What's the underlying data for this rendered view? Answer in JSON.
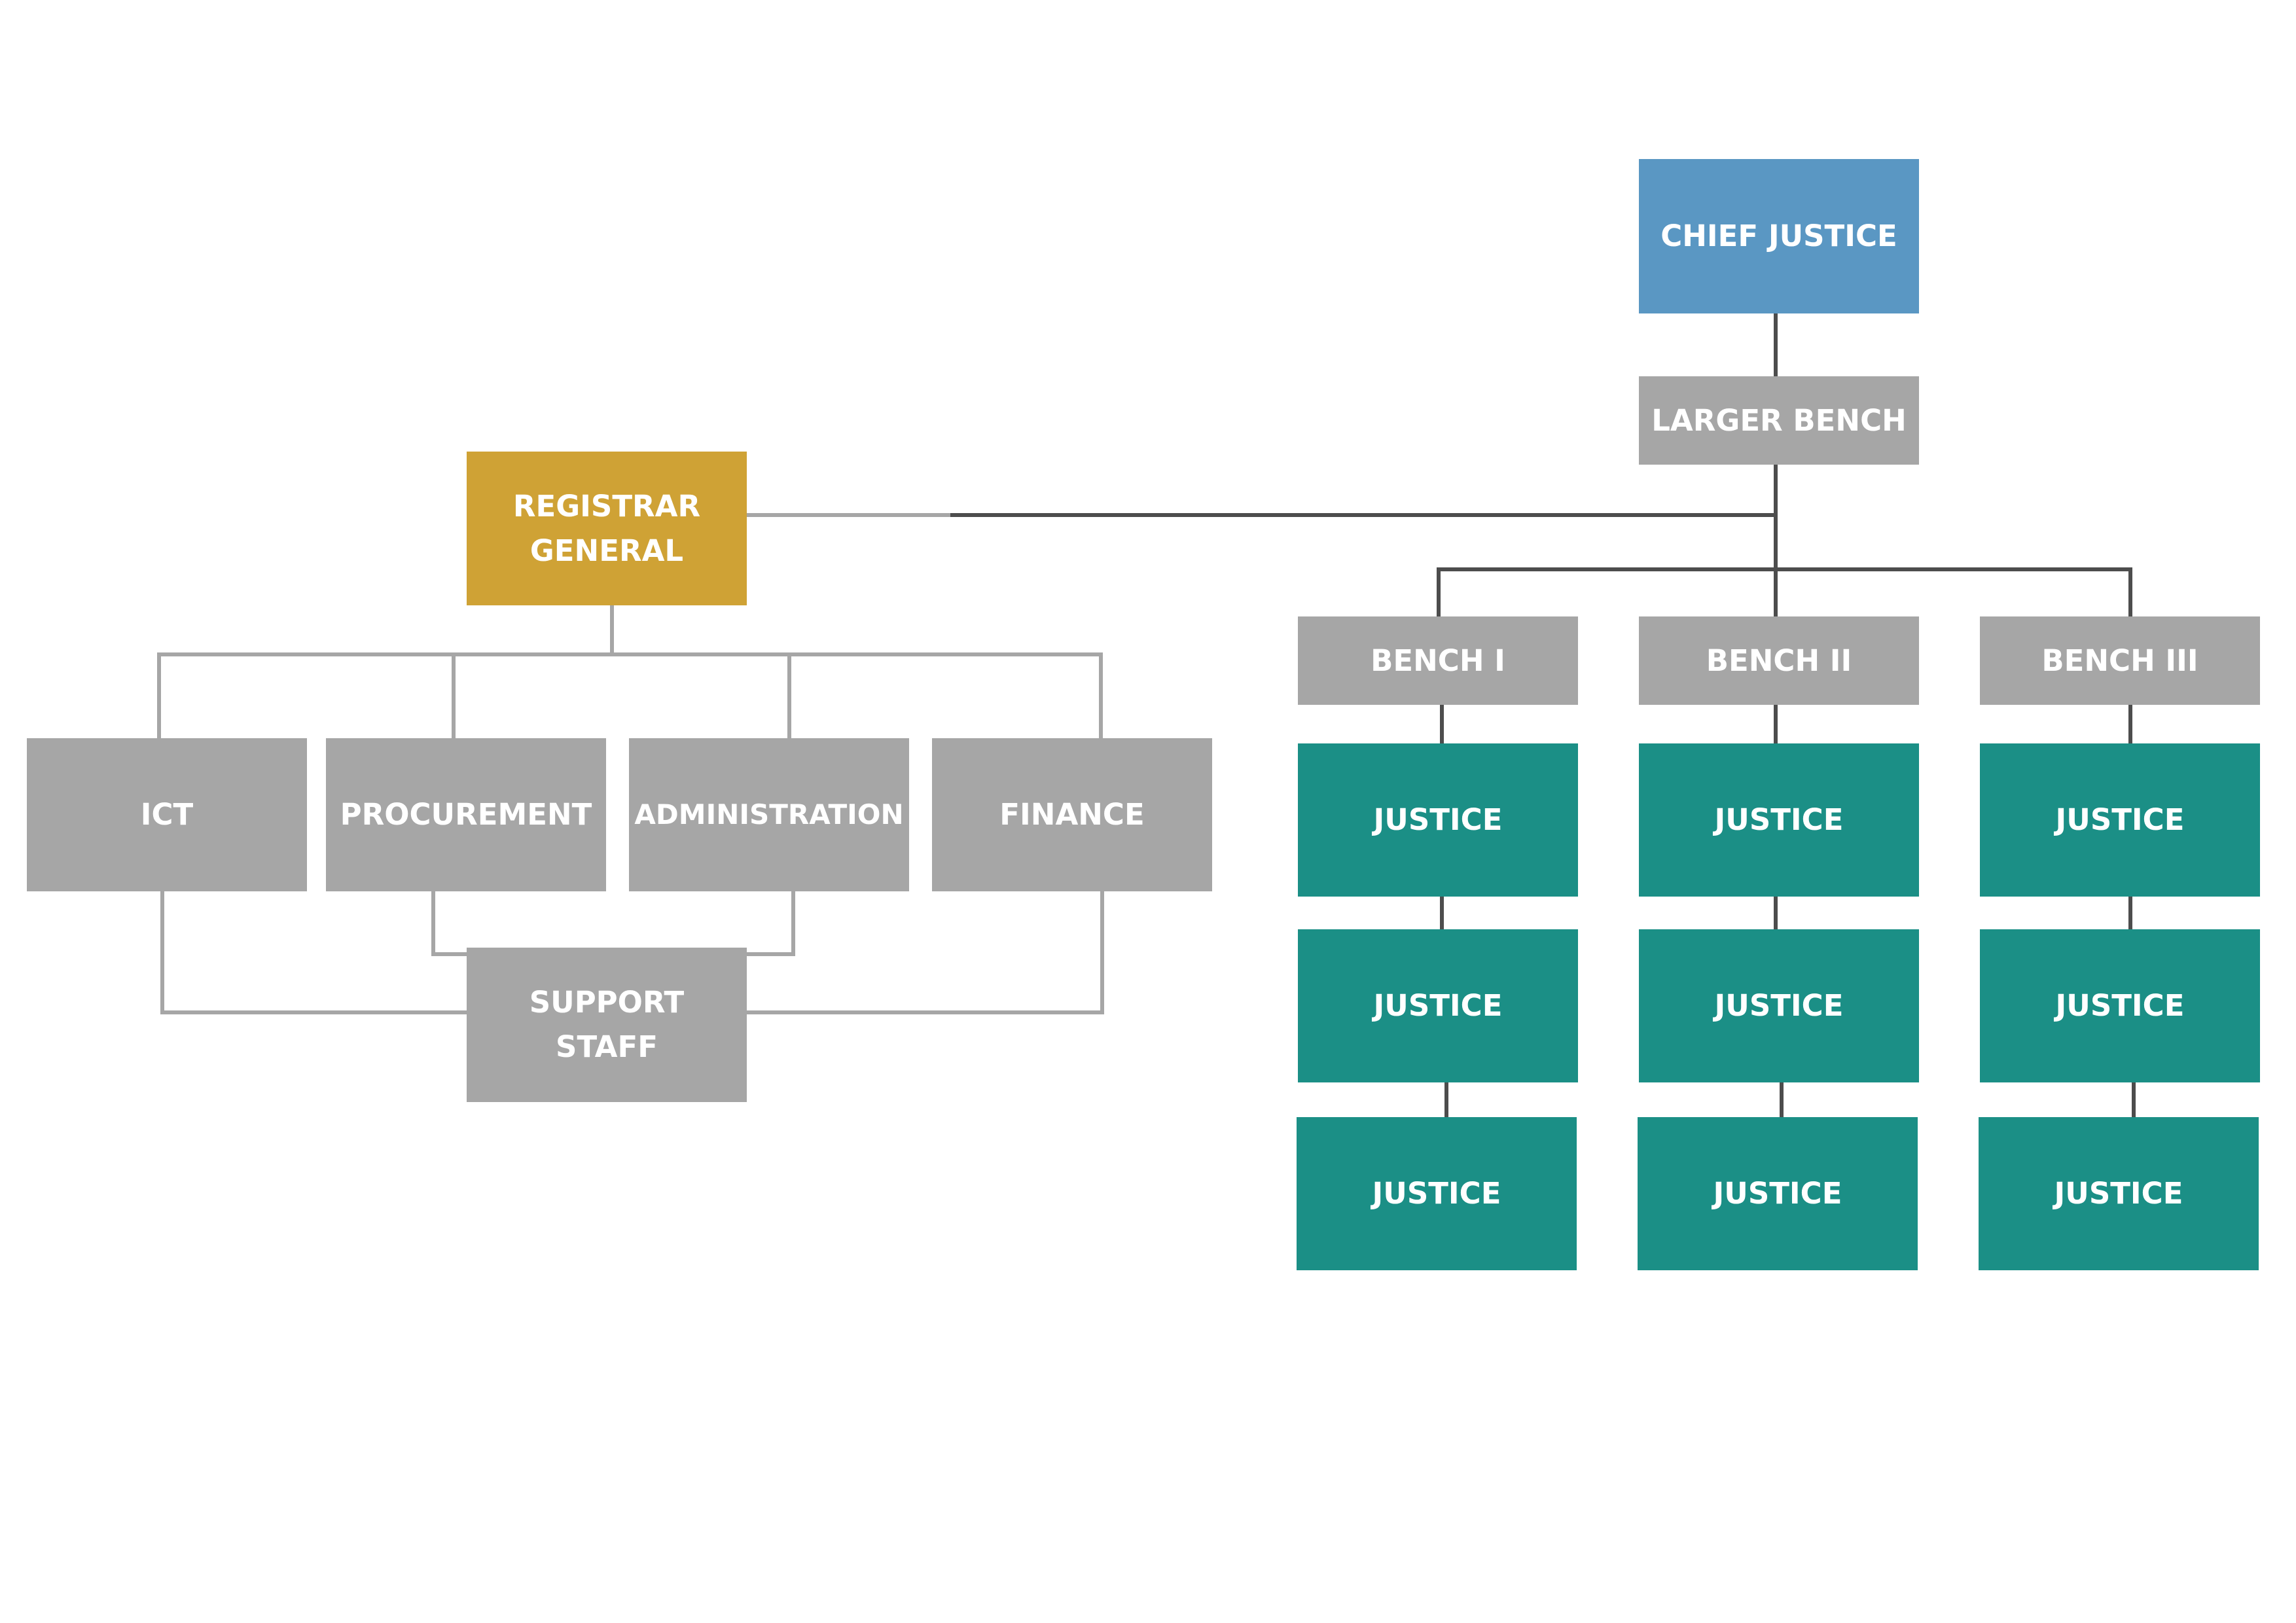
{
  "colors": {
    "chief": "#5a97c3",
    "registrar": "#cfa235",
    "grey_box": "#a6a6a6",
    "justice": "#1b8f86",
    "dark_connector": "#4d4d4d",
    "light_connector": "#a6a6a6"
  },
  "nodes": {
    "chief_justice": "CHIEF JUSTICE",
    "larger_bench": "LARGER BENCH",
    "registrar_general": "REGISTRAR\nGENERAL",
    "ict": "ICT",
    "procurement": "PROCUREMENT",
    "administration": "ADMINISTRATION",
    "finance": "FINANCE",
    "support_staff": "SUPPORT\nSTAFF",
    "bench_1": "BENCH I",
    "bench_2": "BENCH II",
    "bench_3": "BENCH III",
    "justice": "JUSTICE"
  }
}
